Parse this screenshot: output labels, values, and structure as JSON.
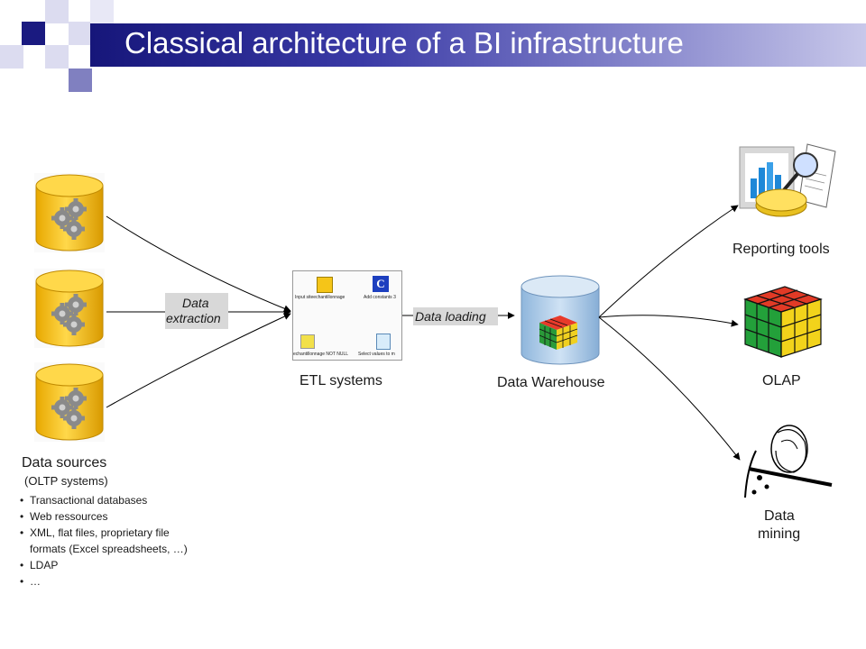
{
  "slide": {
    "title": "Classical architecture of a BI infrastructure"
  },
  "sources": {
    "title": "Data sources",
    "subtitle": "(OLTP systems)",
    "items": [
      "Transactional databases",
      "Web ressources",
      "XML, flat files, proprietary file",
      "formats (Excel spreadsheets, …)",
      "LDAP",
      "…"
    ]
  },
  "extraction": {
    "line1": "Data",
    "line2": "extraction"
  },
  "etl": {
    "label": "ETL systems",
    "step1": "Input siteechantillonnage",
    "step2": "Add constants 3",
    "step3": "echantillonnage NOT NULL",
    "step4": "Select values to m"
  },
  "loading": {
    "label": "Data loading"
  },
  "warehouse": {
    "label": "Data Warehouse"
  },
  "outputs": {
    "reporting": "Reporting tools",
    "olap": "OLAP",
    "mining_line1": "Data",
    "mining_line2": "mining"
  },
  "icons": {
    "database": "database-gears-icon",
    "etl": "etl-workflow-icon",
    "warehouse": "warehouse-cube-icon",
    "reporting": "report-chart-icon",
    "olap": "olap-cube-icon",
    "mining": "mining-pick-icon"
  },
  "colors": {
    "title_bar": "#16167a",
    "database": "#f5c518",
    "warehouse": "#a9c8e6"
  }
}
